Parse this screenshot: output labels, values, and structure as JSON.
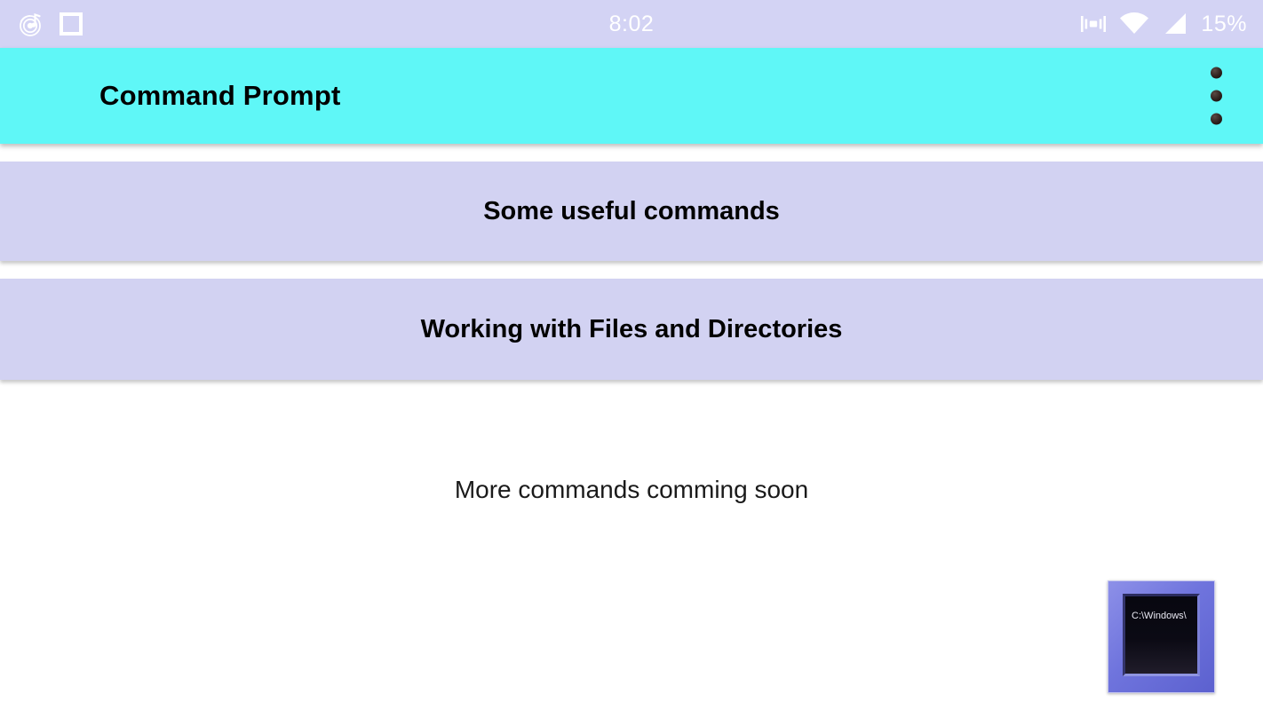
{
  "status_bar": {
    "background_color": "#d3d3f4",
    "left_icons": [
      {
        "name": "music-record-icon",
        "label": "music-record-icon"
      },
      {
        "name": "screenshot-square-icon",
        "label": "screenshot-square-icon"
      }
    ],
    "clock": "8:02",
    "right_icons": [
      {
        "name": "vibrate-icon",
        "label": "vibrate-icon"
      },
      {
        "name": "wifi-icon",
        "label": "wifi-icon"
      },
      {
        "name": "signal-icon",
        "label": "signal-icon"
      }
    ],
    "battery": "15%"
  },
  "app_bar": {
    "title": "Command Prompt",
    "background_color": "#5ff7f7",
    "overflow_menu_icon": "more-vertical-icon"
  },
  "main": {
    "background_color": "#ffffff",
    "card_color": "#d2d2f2",
    "cards": [
      {
        "label": "Some useful commands"
      },
      {
        "label": "Working with Files and Directories"
      }
    ],
    "note": "More commands comming soon"
  },
  "cmd_icon": {
    "name": "command-prompt-icon",
    "screen_text": "C:\\Windows\\",
    "frame_color": "#6f74dd",
    "screen_color": "#0b0a14"
  }
}
